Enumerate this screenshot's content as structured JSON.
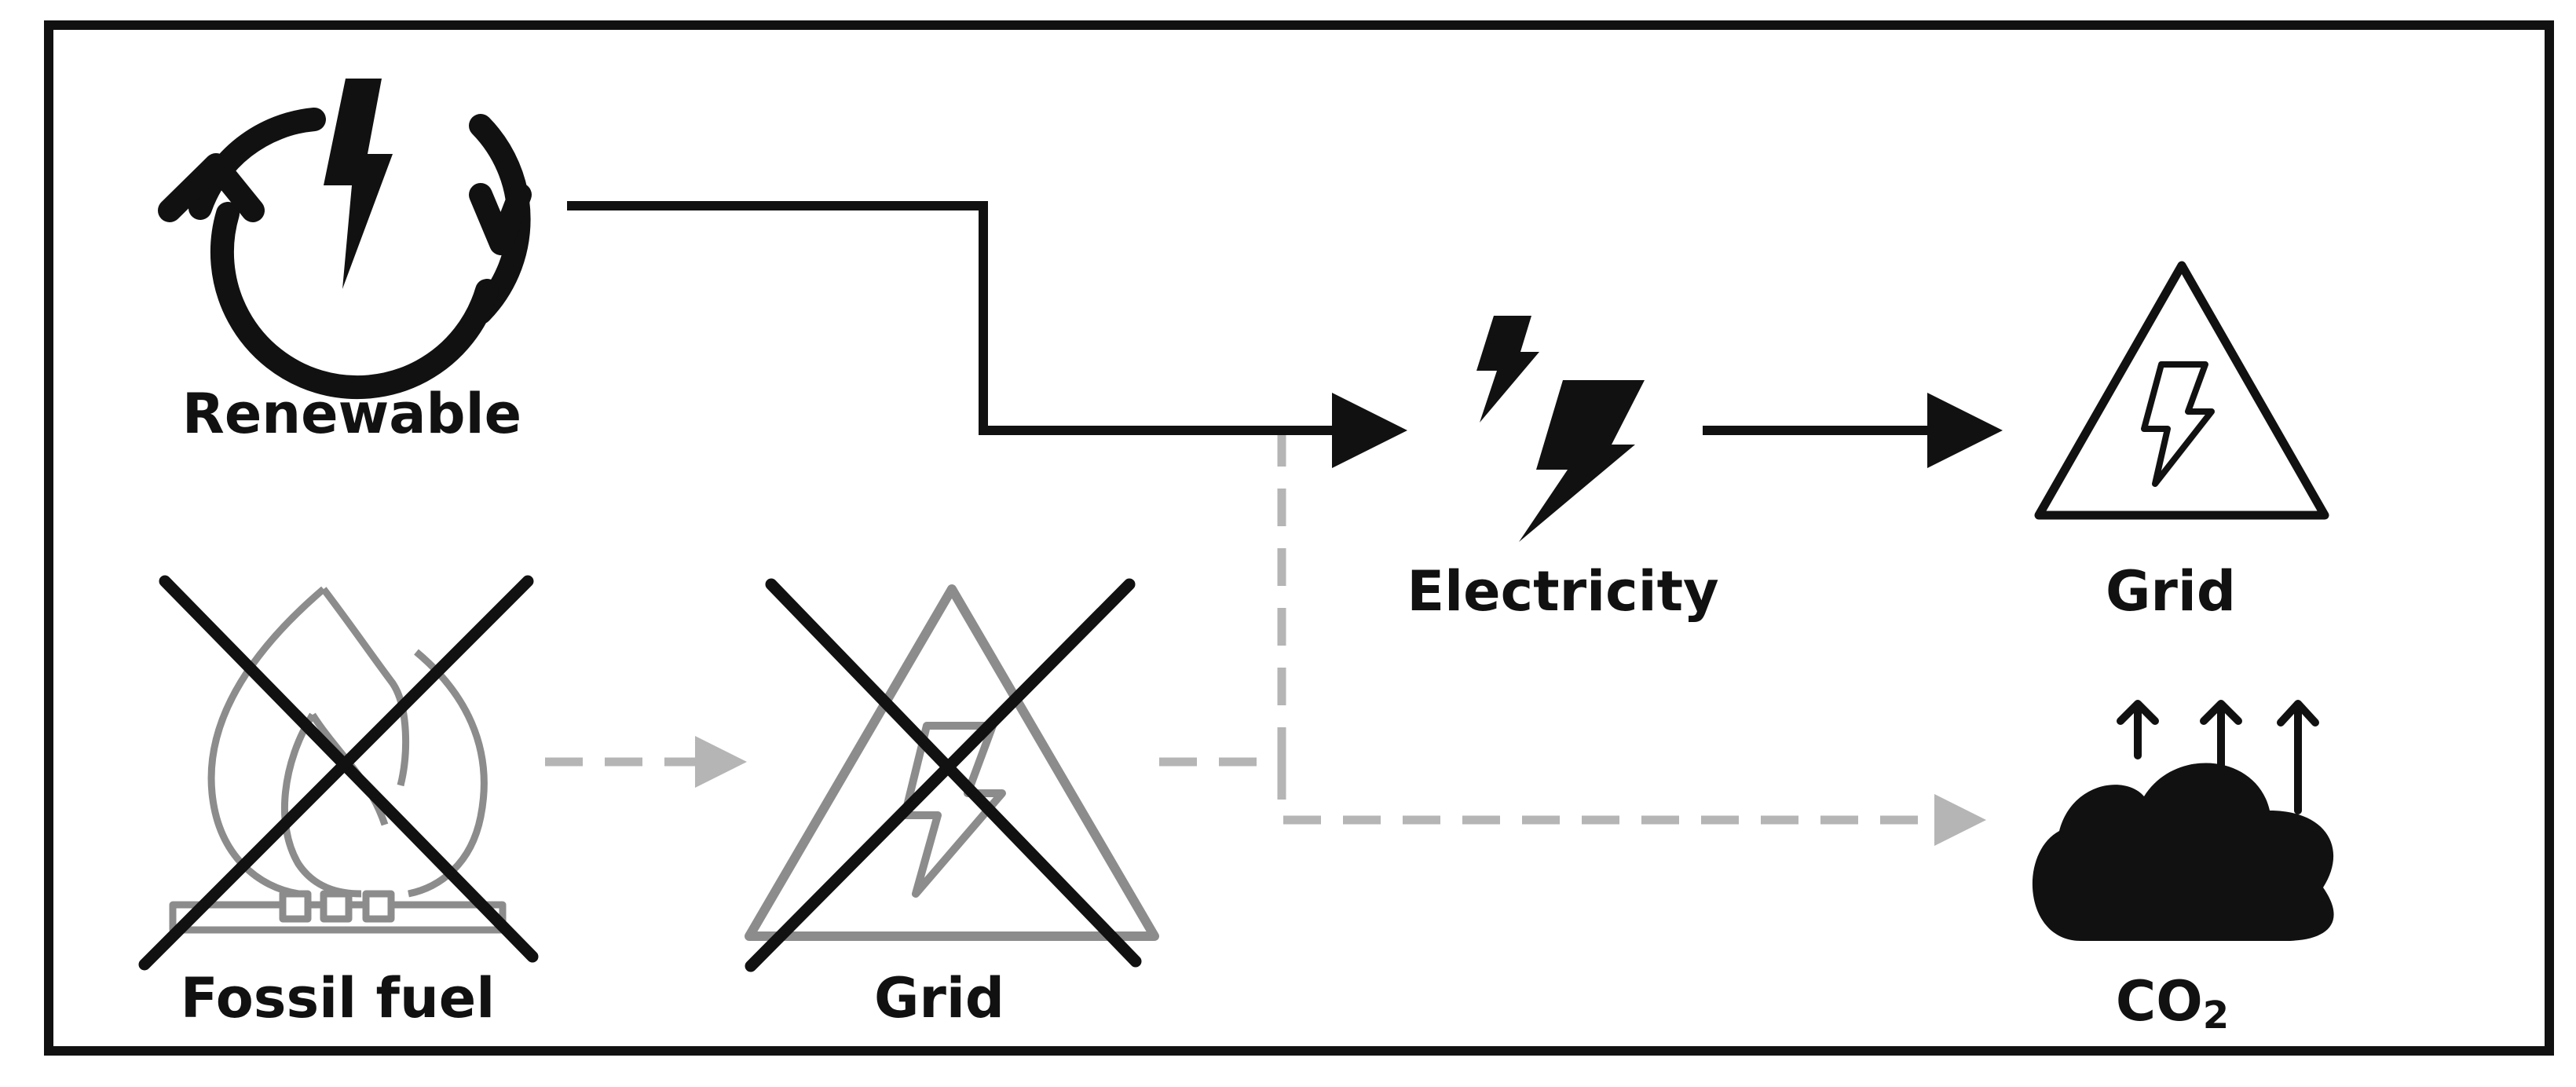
{
  "colors": {
    "foreground": "#111111",
    "inactive": "#8c8c8c",
    "dashed_flow": "#b5b5b5",
    "background": "#ffffff"
  },
  "nodes": {
    "renewable": {
      "label": "Renewable",
      "icon": "renewable-energy-icon"
    },
    "electricity": {
      "label": "Electricity",
      "icon": "lightning-bolts-icon"
    },
    "grid_active": {
      "label": "Grid",
      "icon": "high-voltage-triangle-icon"
    },
    "fossil_fuel": {
      "label": "Fossil fuel",
      "icon": "flame-burner-icon",
      "crossed_out": true
    },
    "grid_inactive": {
      "label": "Grid",
      "icon": "high-voltage-triangle-icon",
      "crossed_out": true
    },
    "co2": {
      "label_main": "CO",
      "label_sub": "2",
      "icon": "cloud-emission-icon"
    }
  },
  "flows": [
    {
      "from": "renewable",
      "to": "electricity",
      "style": "solid"
    },
    {
      "from": "electricity",
      "to": "grid_active",
      "style": "solid"
    },
    {
      "from": "fossil_fuel",
      "to": "grid_inactive",
      "style": "dashed"
    },
    {
      "from": "grid_inactive",
      "to": "electricity",
      "style": "dashed"
    },
    {
      "from": "grid_inactive",
      "to": "co2",
      "style": "dashed"
    }
  ]
}
